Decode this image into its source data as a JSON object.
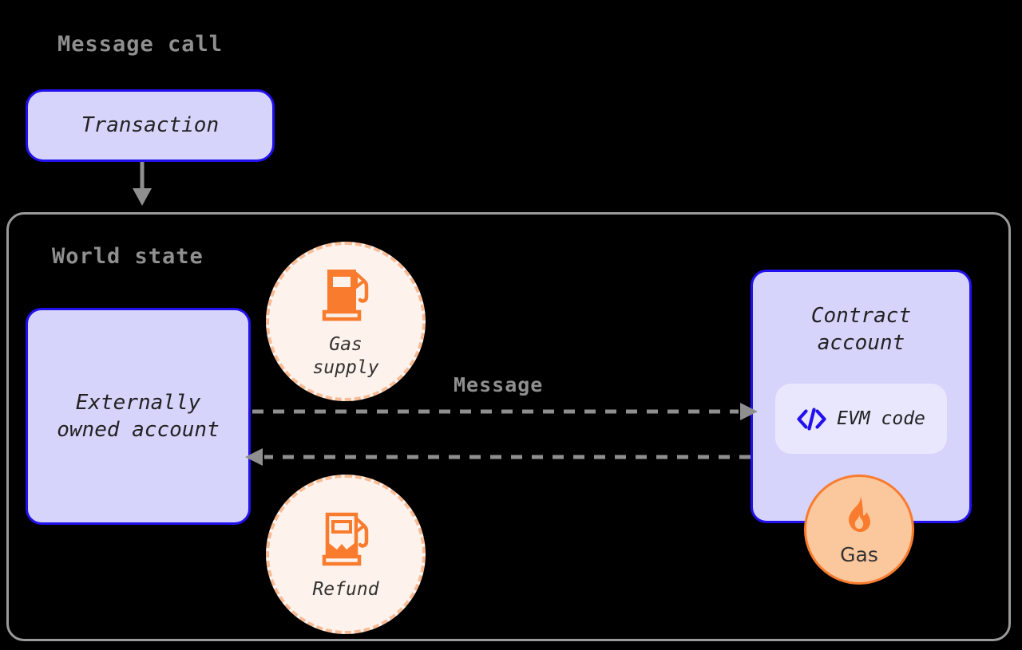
{
  "diagram": {
    "title_message_call": "Message call",
    "title_world_state": "World state",
    "message_label": "Message",
    "transaction": {
      "label": "Transaction"
    },
    "eoa": {
      "label": "Externally\nowned account"
    },
    "contract": {
      "label": "Contract\naccount",
      "evm_chip_label": "EVM code",
      "evm_chip_icon": "code-brackets-icon"
    },
    "gas_supply": {
      "label": "Gas\nsupply",
      "icon": "gas-pump-filled-icon"
    },
    "refund": {
      "label": "Refund",
      "icon": "gas-pump-outline-icon"
    },
    "gas_badge": {
      "label": "Gas",
      "icon": "flame-icon"
    },
    "arrows": [
      {
        "name": "transaction-to-world-state",
        "style": "solid",
        "direction": "down"
      },
      {
        "name": "eoa-to-contract-message",
        "style": "dashed",
        "direction": "right"
      },
      {
        "name": "contract-to-eoa-return",
        "style": "dashed",
        "direction": "left"
      }
    ],
    "colors": {
      "background": "#000000",
      "box_fill": "#d6d4fb",
      "box_border": "#2211ee",
      "chip_fill": "#e9e7fd",
      "accent_orange": "#f97c2e",
      "circle_fill": "#fdf2ec",
      "circle_border": "#f7bb95",
      "badge_fill": "#fbc79c",
      "arrow_gray": "#8f8f8f",
      "container_border": "#9a9a9a",
      "text_dark": "#222222"
    }
  }
}
